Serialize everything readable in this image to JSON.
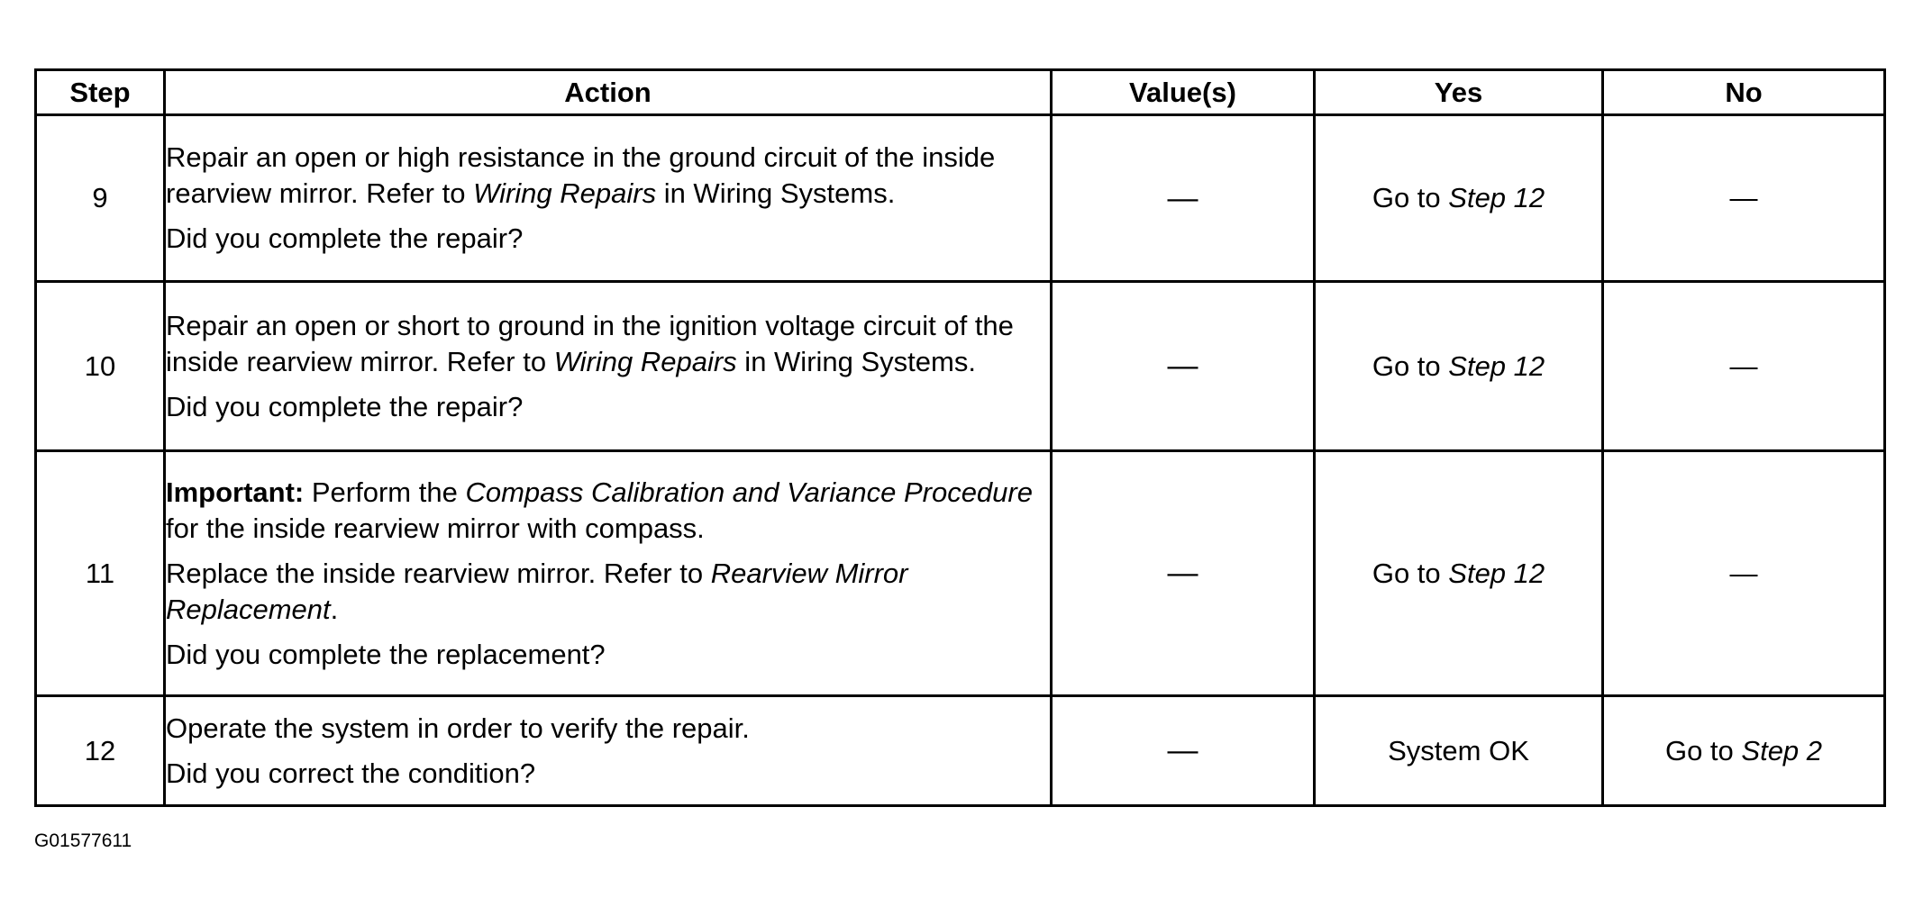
{
  "headers": {
    "step": "Step",
    "action": "Action",
    "values": "Value(s)",
    "yes": "Yes",
    "no": "No"
  },
  "rows": [
    {
      "step": "9",
      "action": {
        "p1_a": "Repair an open or high resistance in the ground circuit of the inside rearview mirror. Refer to ",
        "p1_link": "Wiring Repairs",
        "p1_b": " in Wiring Systems.",
        "question": "Did you complete the repair?"
      },
      "values": "—",
      "yes": {
        "prefix": "Go to ",
        "link": "Step 12"
      },
      "no": "—"
    },
    {
      "step": "10",
      "action": {
        "p1_a": "Repair an open or short to ground in the ignition voltage circuit of the inside rearview mirror. Refer to ",
        "p1_link": "Wiring Repairs",
        "p1_b": " in Wiring Systems.",
        "question": "Did you complete the repair?"
      },
      "values": "—",
      "yes": {
        "prefix": "Go to ",
        "link": "Step 12"
      },
      "no": "—"
    },
    {
      "step": "11",
      "action": {
        "important_label": "Important:",
        "important_a": " Perform the ",
        "important_link": "Compass Calibration and Variance Procedure",
        "important_b": " for the inside rearview mirror with compass.",
        "p2_a": "Replace the inside rearview mirror. Refer to ",
        "p2_link": "Rearview Mirror Replacement",
        "p2_b": ".",
        "question": "Did you complete the replacement?"
      },
      "values": "—",
      "yes": {
        "prefix": "Go to ",
        "link": "Step 12"
      },
      "no": "—"
    },
    {
      "step": "12",
      "action": {
        "p1": "Operate the system in order to verify the repair.",
        "question": "Did you correct the condition?"
      },
      "values": "—",
      "yes": {
        "text": "System OK"
      },
      "no": {
        "prefix": "Go to ",
        "link": "Step 2"
      }
    }
  ],
  "figure_id": "G01577611"
}
